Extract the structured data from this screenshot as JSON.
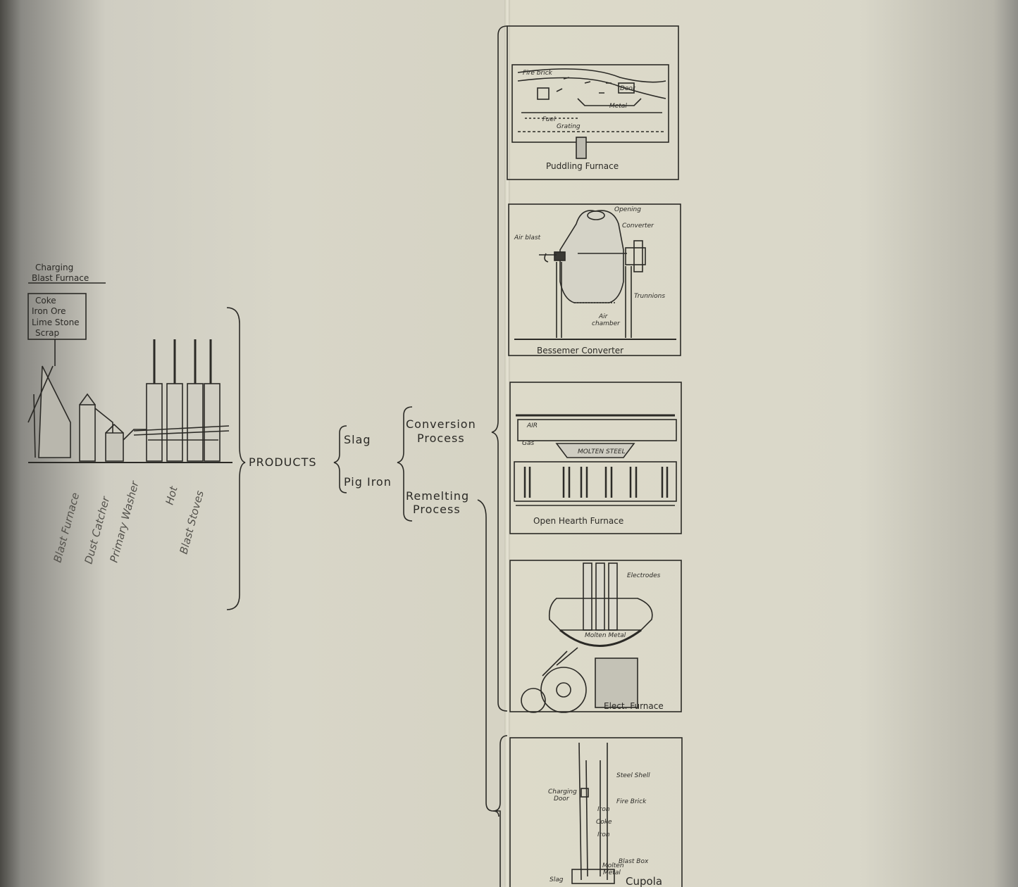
{
  "charging": {
    "title_line1": "Charging",
    "title_line2": "Blast Furnace",
    "items": [
      "Coke",
      "Iron Ore",
      "Lime Stone",
      "Scrap"
    ]
  },
  "plant_labels": {
    "blast_furnace": "Blast Furnace",
    "dust_catcher": "Dust Catcher",
    "primary_washer": "Primary Washer",
    "hot_blast_line1": "Hot",
    "hot_blast_line2": "Blast Stoves"
  },
  "flow": {
    "products": "PRODUCTS",
    "slag": "Slag",
    "pig_iron": "Pig Iron",
    "conversion_line1": "Conversion",
    "conversion_line2": "Process",
    "remelting_line1": "Remelting",
    "remelting_line2": "Process"
  },
  "panels": {
    "puddling": {
      "caption": "Puddling Furnace",
      "labels": [
        "Fire brick",
        "Door",
        "Metal",
        "Fuel",
        "Grating"
      ]
    },
    "bessemer": {
      "caption": "Bessemer Converter",
      "labels": [
        "Opening",
        "Converter",
        "Air blast",
        "Trunnions",
        "Air",
        "chamber"
      ]
    },
    "open_hearth": {
      "caption": "Open Hearth Furnace",
      "labels": [
        "AIR",
        "MOLTEN STEEL",
        "Gas"
      ]
    },
    "electric": {
      "caption": "Elect. Furnace",
      "labels": [
        "Electrodes",
        "Molten Metal"
      ]
    },
    "cupola": {
      "caption": "Cupola",
      "labels": [
        "Steel Shell",
        "Charging",
        "Door",
        "Fire Brick",
        "Iron",
        "Coke",
        "Iron",
        "Blast Box",
        "Slag",
        "Molten",
        "Metal"
      ]
    }
  }
}
